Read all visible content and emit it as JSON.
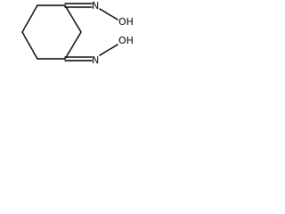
{
  "molecule": {
    "labels": {
      "upper_oxime_group": "N",
      "upper_oxime_hydroxyl": "OH",
      "lower_oxime_group": "N",
      "lower_oxime_hydroxyl": "OH"
    }
  }
}
